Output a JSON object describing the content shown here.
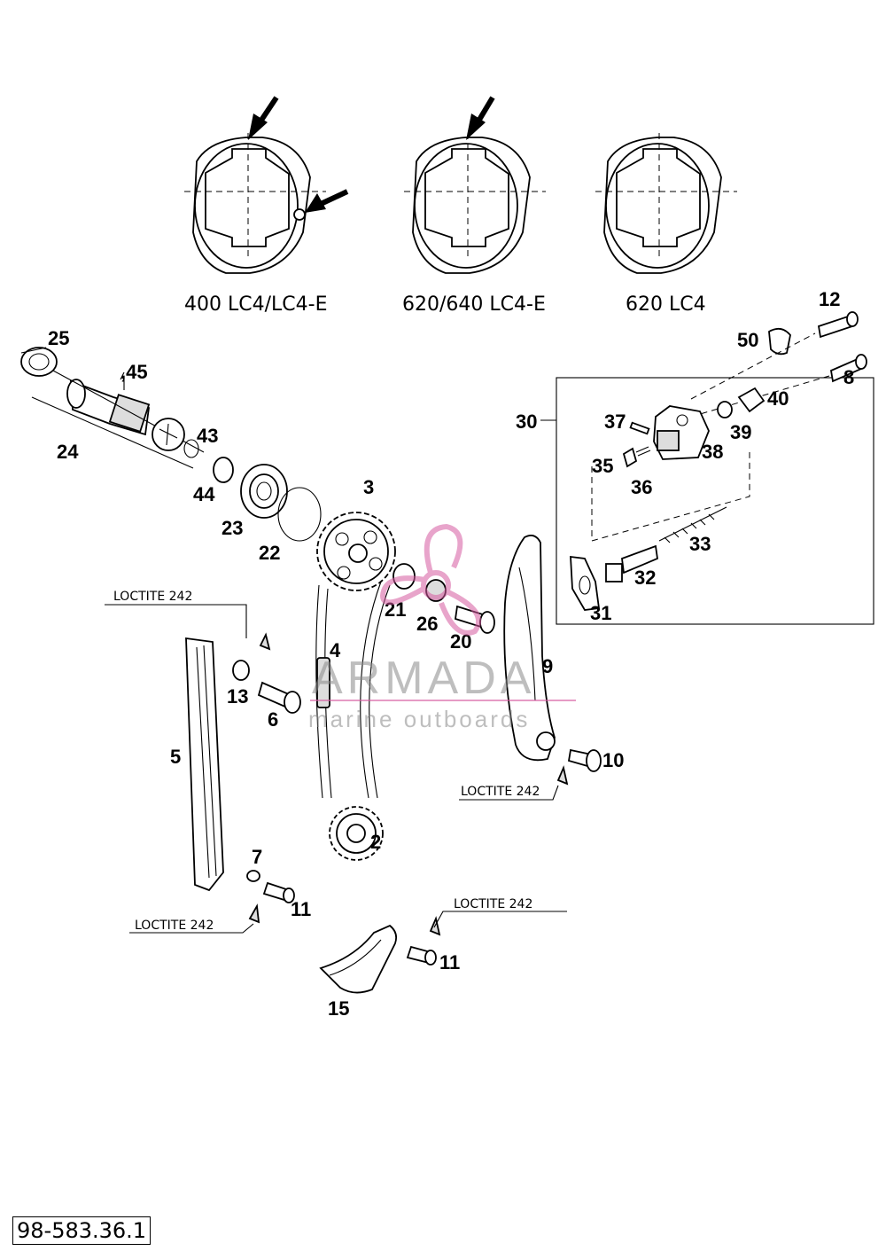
{
  "variants": [
    {
      "label": "400 LC4/LC4-E"
    },
    {
      "label": "620/640 LC4-E"
    },
    {
      "label": "620 LC4"
    }
  ],
  "callouts": {
    "p2": "2",
    "p3": "3",
    "p4": "4",
    "p5": "5",
    "p6": "6",
    "p7": "7",
    "p8": "8",
    "p9": "9",
    "p10": "10",
    "p11a": "11",
    "p11b": "11",
    "p12": "12",
    "p13": "13",
    "p15": "15",
    "p20": "20",
    "p21": "21",
    "p22": "22",
    "p23": "23",
    "p24": "24",
    "p25": "25",
    "p26": "26",
    "p30": "30",
    "p31": "31",
    "p32": "32",
    "p33": "33",
    "p35": "35",
    "p36": "36",
    "p37": "37",
    "p38": "38",
    "p39": "39",
    "p40": "40",
    "p43": "43",
    "p44": "44",
    "p45": ",45",
    "p50": "50"
  },
  "loctite_notes": [
    "LOCTITE 242",
    "LOCTITE 242",
    "LOCTITE 242",
    "LOCTITE 242"
  ],
  "watermark": {
    "brand": "ARMADA",
    "tagline": "marine outboards"
  },
  "drawing_code": "98-583.36.1"
}
